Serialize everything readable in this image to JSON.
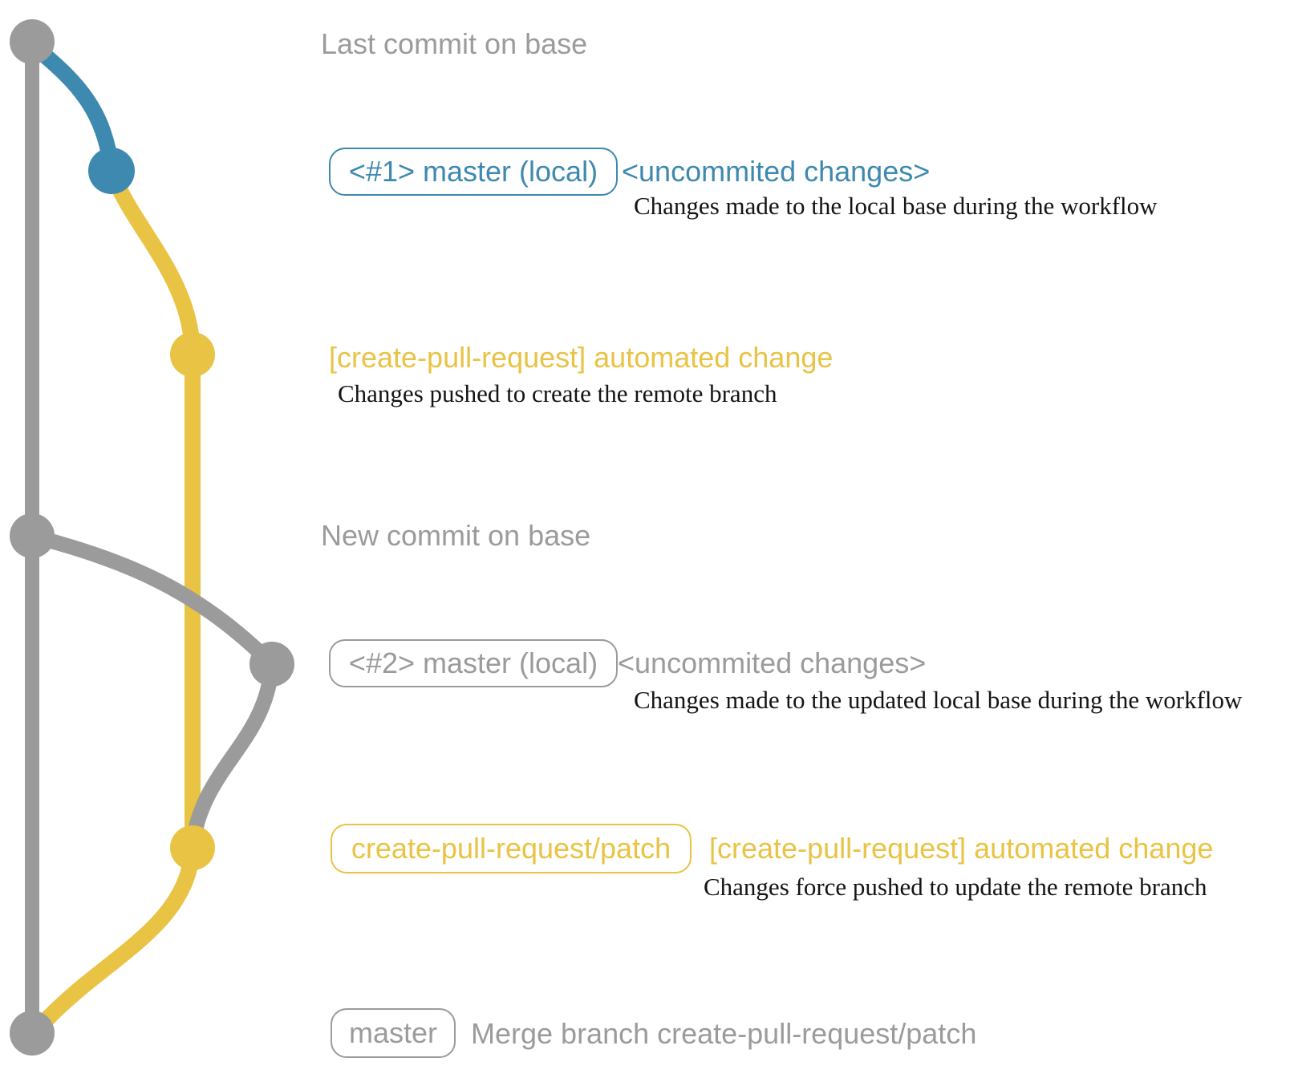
{
  "colors": {
    "gray": "#9b9b9b",
    "blue": "#3d89af",
    "yellow": "#e9c344",
    "caption_black": "#141414",
    "background": "#ffffff"
  },
  "graph": {
    "branches": [
      {
        "name": "base (master remote)",
        "color_name": "gray"
      },
      {
        "name": "master (local)",
        "color_name": "blue"
      },
      {
        "name": "create-pull-request/patch",
        "color_name": "yellow"
      }
    ],
    "commits": [
      {
        "id": "last-commit-on-base",
        "branch": "base"
      },
      {
        "id": "local-uncommitted-1",
        "branch": "master-local"
      },
      {
        "id": "automated-change-1",
        "branch": "create-pull-request-patch"
      },
      {
        "id": "new-commit-on-base",
        "branch": "base"
      },
      {
        "id": "local-uncommitted-2",
        "branch": "master-local"
      },
      {
        "id": "automated-change-2",
        "branch": "create-pull-request-patch"
      },
      {
        "id": "merge-commit",
        "branch": "base"
      }
    ]
  },
  "labels": {
    "last_commit": "Last commit on base",
    "badge1": "<#1> master (local)",
    "uncommitted1": "<uncommited changes>",
    "caption1": "Changes made to the local base during the workflow",
    "auto_change1": "[create-pull-request] automated change",
    "caption2": "Changes pushed to create the remote branch",
    "new_commit": "New commit on base",
    "badge2": "<#2> master (local)",
    "uncommitted2": "<uncommited changes>",
    "caption3": "Changes made to the updated local base during the workflow",
    "badge3": "create-pull-request/patch",
    "auto_change2": "[create-pull-request] automated change",
    "caption4": "Changes force pushed to update the remote branch",
    "badge4": "master",
    "merge_msg": "Merge branch create-pull-request/patch"
  }
}
